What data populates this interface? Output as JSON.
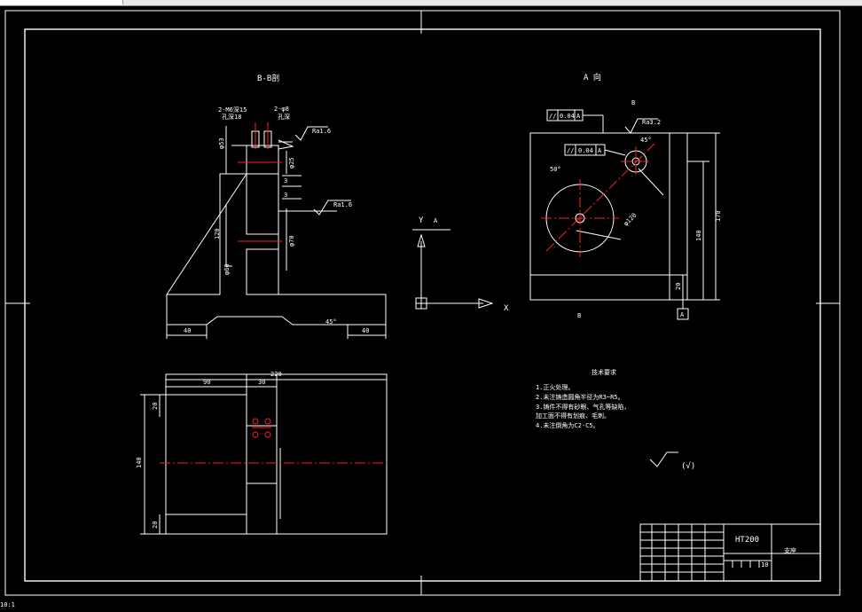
{
  "views": {
    "section_title": "B-B剖",
    "view_a_title": "A 向",
    "b_mark_top": "B",
    "b_mark_bottom": "B",
    "datum_a": "A"
  },
  "section": {
    "thread_note": "2-M6深15",
    "thread_note_sub": "孔深18",
    "hole_note": "2-φ8",
    "hole_note_sub": "孔深",
    "dim_top_dia": "φ53",
    "dim_right_dia": "φ25",
    "dim_3a": "3",
    "dim_3b": "3",
    "dim_height": "120",
    "dim_inner_dia": "φ70",
    "dim_left_dia": "φ60",
    "dim_base_left": "40",
    "dim_base_right": "40",
    "rough_1": "Ra1.6",
    "rough_2": "Ra1.6",
    "angle_note": "45°"
  },
  "axes": {
    "y": "Y",
    "x": "X",
    "a": "A"
  },
  "view_a": {
    "tol_1_sym": "//",
    "tol_1_val": "0.04",
    "tol_1_ref": "A",
    "tol_2_sym": "//",
    "tol_2_val": "0.04",
    "tol_2_ref": "A",
    "rough": "Ra3.2",
    "angle_small": "45°",
    "angle_big": "50°",
    "dia_big": "φ120",
    "dim_170": "170",
    "dim_140": "140",
    "dim_20": "20"
  },
  "plan": {
    "dim_total": "220",
    "dim_90": "90",
    "dim_30": "30",
    "dim_140": "140",
    "dim_20_top": "20",
    "dim_20_bottom": "20"
  },
  "notes": {
    "title": "技术要求",
    "lines": [
      "1.正火处理。",
      "2.未注铸造圆角半径为R3~R5。",
      "3.铸件不得有砂眼、气孔等缺陷，",
      "  加工面不得有划痕、毛刺。",
      "4.未注倒角为C2-C5。"
    ]
  },
  "symbols": {
    "rough_general": "√",
    "rough_paren": "(√)"
  },
  "title_block": {
    "material": "HT200",
    "part_name": "支座",
    "scale_cell": "10"
  },
  "corner_text": "10:1"
}
